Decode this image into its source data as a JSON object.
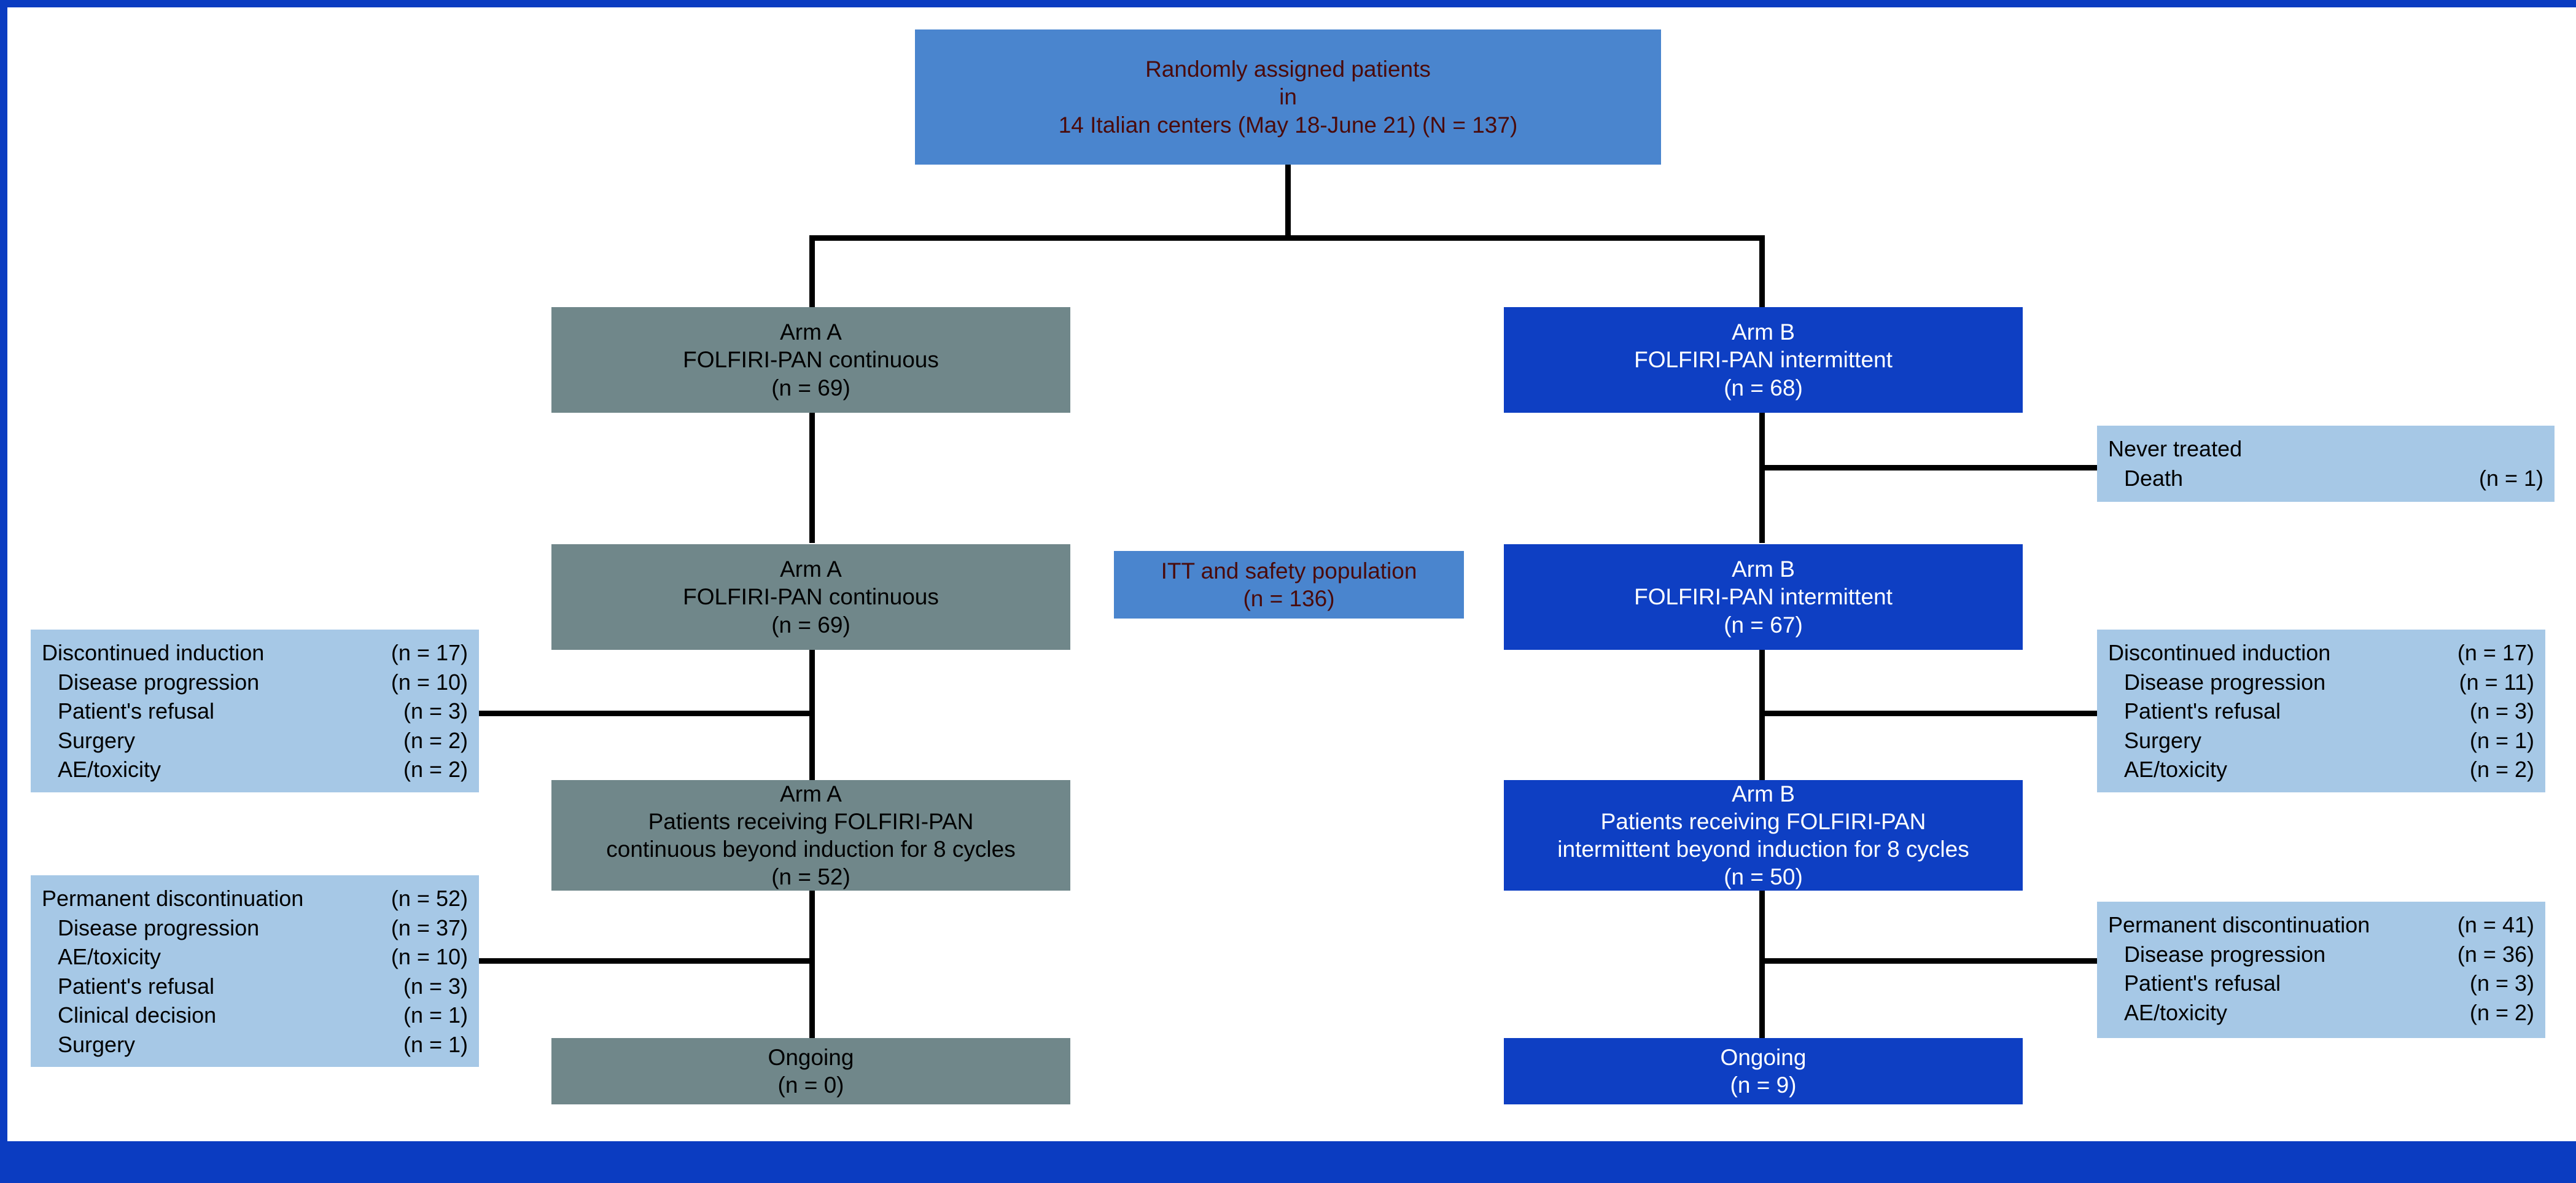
{
  "figure": {
    "type": "consort-flow-diagram",
    "frame_color": "#0b3cc1"
  },
  "colors": {
    "header_box_bg": "#4a85ce",
    "header_box_text": "#4a0b0b",
    "arm_a_bg": "#70878a",
    "arm_a_text": "#000000",
    "arm_b_bg": "#0e3fc3",
    "arm_b_text": "#ffffff",
    "side_box_bg": "#a6c8e6",
    "side_box_text": "#000000",
    "connector": "#000000"
  },
  "nodes": {
    "enrollment": {
      "line1": "Randomly assigned patients",
      "line2": "in",
      "line3": "14 Italian centers (May 18-June 21) (N = 137)"
    },
    "itt": {
      "line1": "ITT and safety population",
      "line2": "(n = 136)"
    },
    "arm_a_alloc": {
      "line1": "Arm A",
      "line2": "FOLFIRI-PAN continuous",
      "line3": "(n = 69)"
    },
    "arm_b_alloc": {
      "line1": "Arm B",
      "line2": "FOLFIRI-PAN intermittent",
      "line3": "(n = 68)"
    },
    "arm_a_treated": {
      "line1": "Arm A",
      "line2": "FOLFIRI-PAN continuous",
      "line3": "(n = 69)"
    },
    "arm_b_treated": {
      "line1": "Arm B",
      "line2": "FOLFIRI-PAN intermittent",
      "line3": "(n = 67)"
    },
    "arm_a_beyond": {
      "line1": "Arm A",
      "line2": "Patients receiving FOLFIRI-PAN",
      "line3": "continuous beyond induction for 8 cycles",
      "line4": "(n = 52)"
    },
    "arm_b_beyond": {
      "line1": "Arm B",
      "line2": "Patients receiving FOLFIRI-PAN",
      "line3": "intermittent beyond induction for 8 cycles",
      "line4": "(n = 50)"
    },
    "arm_a_ongoing": {
      "line1": "Ongoing",
      "line2": "(n = 0)"
    },
    "arm_b_ongoing": {
      "line1": "Ongoing",
      "line2": "(n = 9)"
    }
  },
  "side_boxes": {
    "never_treated": {
      "rows": [
        {
          "label": "Never treated",
          "count": "",
          "indent": false
        },
        {
          "label": "Death",
          "count": "(n = 1)",
          "indent": true
        }
      ]
    },
    "arm_a_discontinued_induction": {
      "rows": [
        {
          "label": "Discontinued induction",
          "count": "(n = 17)",
          "indent": false
        },
        {
          "label": "Disease progression",
          "count": "(n = 10)",
          "indent": true
        },
        {
          "label": "Patient's refusal",
          "count": "(n = 3)",
          "indent": true
        },
        {
          "label": "Surgery",
          "count": "(n = 2)",
          "indent": true
        },
        {
          "label": "AE/toxicity",
          "count": "(n = 2)",
          "indent": true
        }
      ]
    },
    "arm_b_discontinued_induction": {
      "rows": [
        {
          "label": "Discontinued induction",
          "count": "(n = 17)",
          "indent": false
        },
        {
          "label": "Disease progression",
          "count": "(n = 11)",
          "indent": true
        },
        {
          "label": "Patient's refusal",
          "count": "(n = 3)",
          "indent": true
        },
        {
          "label": "Surgery",
          "count": "(n = 1)",
          "indent": true
        },
        {
          "label": "AE/toxicity",
          "count": "(n = 2)",
          "indent": true
        }
      ]
    },
    "arm_a_permanent_discontinuation": {
      "rows": [
        {
          "label": "Permanent discontinuation",
          "count": "(n = 52)",
          "indent": false
        },
        {
          "label": "Disease progression",
          "count": "(n = 37)",
          "indent": true
        },
        {
          "label": "AE/toxicity",
          "count": "(n = 10)",
          "indent": true
        },
        {
          "label": "Patient's refusal",
          "count": "(n = 3)",
          "indent": true
        },
        {
          "label": "Clinical decision",
          "count": "(n = 1)",
          "indent": true
        },
        {
          "label": "Surgery",
          "count": "(n = 1)",
          "indent": true
        }
      ]
    },
    "arm_b_permanent_discontinuation": {
      "rows": [
        {
          "label": "Permanent discontinuation",
          "count": "(n = 41)",
          "indent": false
        },
        {
          "label": "Disease progression",
          "count": "(n = 36)",
          "indent": true
        },
        {
          "label": "Patient's refusal",
          "count": "(n = 3)",
          "indent": true
        },
        {
          "label": "AE/toxicity",
          "count": "(n = 2)",
          "indent": true
        }
      ]
    }
  }
}
